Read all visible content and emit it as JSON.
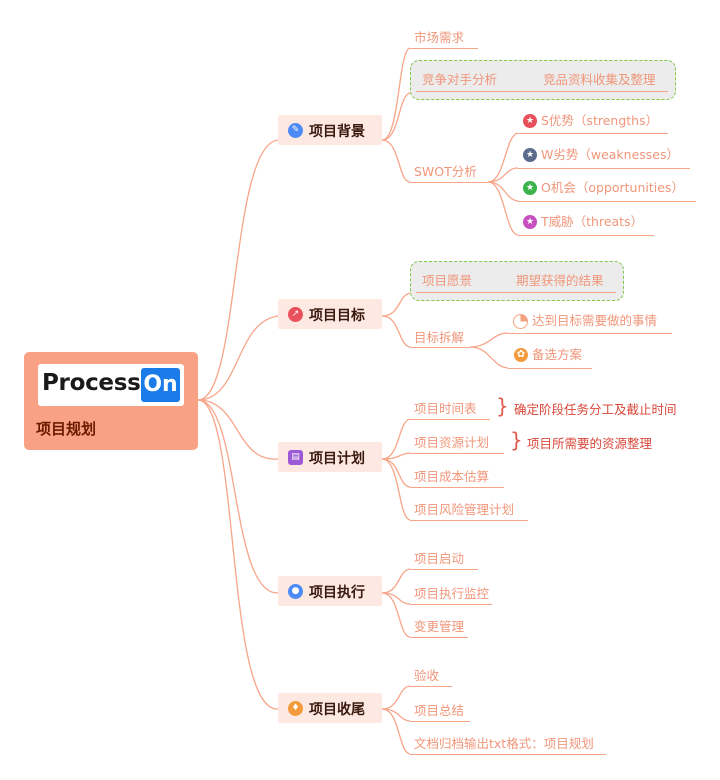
{
  "root": {
    "logo_text": "Process",
    "logo_badge": "On",
    "title": "项目规划"
  },
  "colors": {
    "line": "#f7a589",
    "text": "#f0967a",
    "branch_bg": "#fde9e1",
    "root_bg": "#f8a184",
    "dash": "#7ec84a",
    "note": "#d9483b"
  },
  "branches": [
    {
      "label": "项目背景",
      "icon": "pencil-icon",
      "icon_color": "#4c8bf5",
      "children": [
        {
          "label": "市场需求"
        },
        {
          "label": "竞争对手分析",
          "aside": "竞品资料收集及整理"
        },
        {
          "label": "SWOT分析",
          "children": [
            {
              "label": "S优势（strengths）",
              "icon": "star-icon",
              "color": "#e8505b"
            },
            {
              "label": "W劣势（weaknesses）",
              "icon": "star-icon",
              "color": "#5a6b8c"
            },
            {
              "label": "O机会（opportunities）",
              "icon": "star-icon",
              "color": "#3cb44b"
            },
            {
              "label": "T威胁（threats）",
              "icon": "star-icon",
              "color": "#c850c0"
            }
          ]
        }
      ]
    },
    {
      "label": "项目目标",
      "icon": "trend-icon",
      "icon_color": "#e8505b",
      "children": [
        {
          "label": "项目愿景",
          "aside": "期望获得的结果"
        },
        {
          "label": "目标拆解",
          "children": [
            {
              "label": "达到目标需要做的事情",
              "icon": "pie-icon"
            },
            {
              "label": "备选方案",
              "icon": "gear-icon"
            }
          ]
        }
      ]
    },
    {
      "label": "项目计划",
      "icon": "calendar-icon",
      "icon_color": "#9b59d6",
      "children": [
        {
          "label": "项目时间表",
          "note": "确定阶段任务分工及截止时间"
        },
        {
          "label": "项目资源计划",
          "note": "项目所需要的资源整理"
        },
        {
          "label": "项目成本估算"
        },
        {
          "label": "项目风险管理计划"
        }
      ]
    },
    {
      "label": "项目执行",
      "icon": "user-icon",
      "icon_color": "#4c8bf5",
      "children": [
        {
          "label": "项目启动"
        },
        {
          "label": "项目执行监控"
        },
        {
          "label": "变更管理"
        }
      ]
    },
    {
      "label": "项目收尾",
      "icon": "bulb-icon",
      "icon_color": "#f39a3a",
      "children": [
        {
          "label": "验收"
        },
        {
          "label": "项目总结"
        },
        {
          "label": "文档归档输出txt格式：项目规划"
        }
      ]
    }
  ]
}
